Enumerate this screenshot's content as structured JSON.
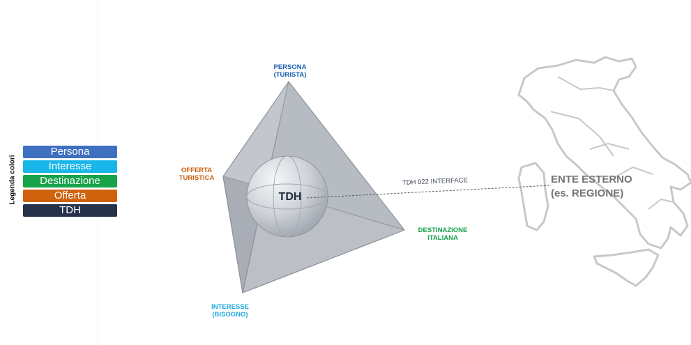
{
  "legend": {
    "title": "Legenda colori",
    "items": [
      {
        "label": "Persona",
        "color": "#3f6fbf"
      },
      {
        "label": "Interesse",
        "color": "#18b6e9"
      },
      {
        "label": "Destinazione",
        "color": "#16a34a"
      },
      {
        "label": "Offerta",
        "color": "#d0620e"
      },
      {
        "label": "TDH",
        "color": "#25324a"
      }
    ]
  },
  "diagram": {
    "center_label": "TDH",
    "vertices": {
      "persona": {
        "line1": "PERSONA",
        "line2": "(TURISTA)",
        "color": "#1a5fb4"
      },
      "offerta": {
        "line1": "OFFERTA",
        "line2": "TURISTICA",
        "color": "#cf5f10"
      },
      "destinazione": {
        "line1": "DESTINAZIONE",
        "line2": "ITALIANA",
        "color": "#15a04a"
      },
      "interesse": {
        "line1": "INTERESSE",
        "line2": "(BISOGNO)",
        "color": "#1fa8e0"
      }
    },
    "interface_label": "TDH 022 INTERFACE"
  },
  "external_entity": {
    "line1": "ENTE ESTERNO",
    "line2": "(es. REGIONE)"
  }
}
